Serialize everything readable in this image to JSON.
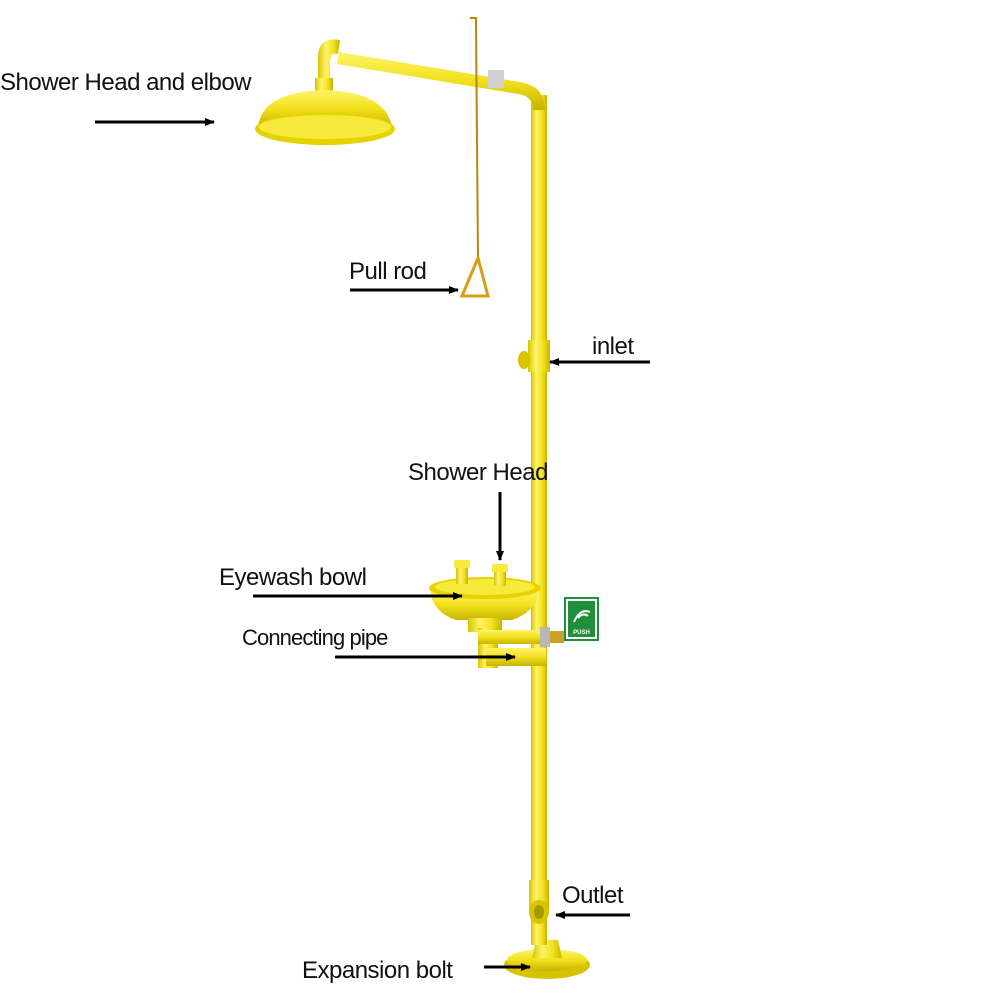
{
  "colors": {
    "pipe": "#f2e11c",
    "pipe_dark": "#c8b400",
    "pipe_light": "#fff46a",
    "rod": "#b8860b",
    "sign_green": "#1f8f3a",
    "arrow": "#000000"
  },
  "labels": {
    "shower_head_elbow": "Shower Head and elbow",
    "pull_rod": "Pull rod",
    "inlet": "inlet",
    "shower_head": "Shower Head",
    "eyewash_bowl": "Eyewash bowl",
    "connecting_pipe": "Connecting pipe",
    "outlet": "Outlet",
    "expansion_bolt": "Expansion bolt"
  },
  "sign": {
    "text": "PUSH",
    "icon": "eyewash-sign-icon"
  }
}
